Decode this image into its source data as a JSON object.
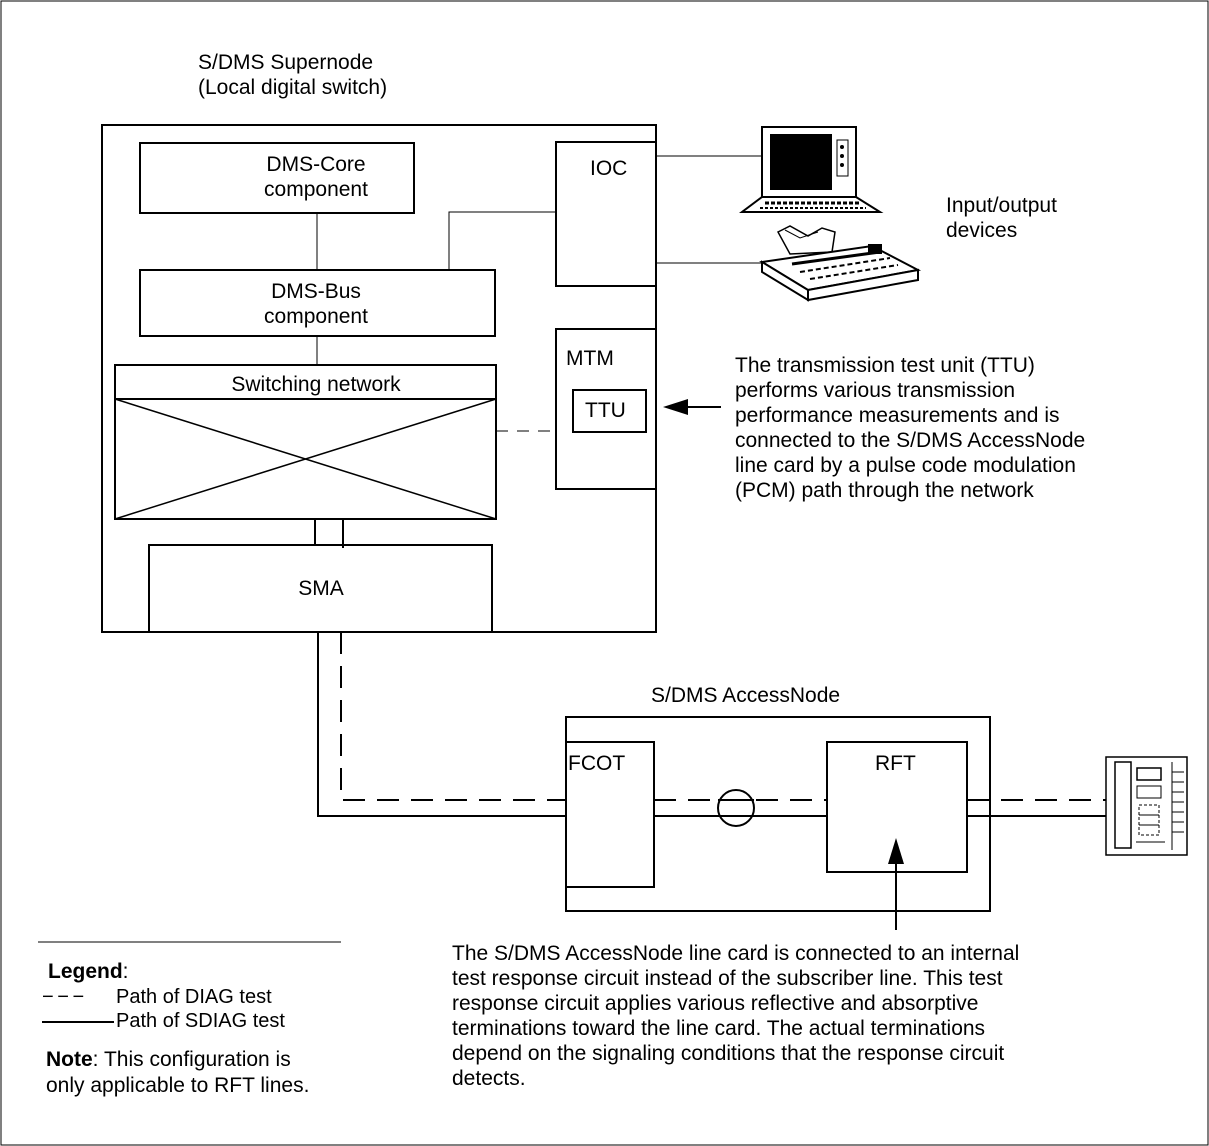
{
  "supernode": {
    "title_line1": "S/DMS Supernode",
    "title_line2": "(Local digital switch)"
  },
  "blocks": {
    "core_line1": "DMS-Core",
    "core_line2": "component",
    "bus_line1": "DMS-Bus",
    "bus_line2": "component",
    "switching": "Switching network",
    "sma": "SMA",
    "ioc": "IOC",
    "mtm": "MTM",
    "ttu": "TTU"
  },
  "io_devices": {
    "line1": "Input/output",
    "line2": "devices"
  },
  "ttu_note": [
    "The transmission test unit (TTU)",
    "performs various transmission",
    "performance measurements and is",
    "connected to the S/DMS AccessNode",
    "line card by a pulse code modulation",
    "(PCM) path through the network"
  ],
  "accessnode": {
    "title": "S/DMS AccessNode",
    "fcot": "FCOT",
    "rft": "RFT"
  },
  "linecard_note": [
    "The S/DMS AccessNode line card is connected to an internal",
    "test response circuit instead of the subscriber line.  This test",
    "response circuit applies various reflective and absorptive",
    "terminations toward the line card.  The actual terminations",
    "depend on the signaling conditions that the response circuit",
    "detects."
  ],
  "legend": {
    "heading": "Legend",
    "colon": ":",
    "dash_symbol": "− − −",
    "diag": "Path of DIAG test",
    "sdiag": "Path of SDIAG test",
    "note_label": "Note",
    "note_text": ":  This configuration is",
    "note_line2": "only applicable to RFT lines."
  }
}
